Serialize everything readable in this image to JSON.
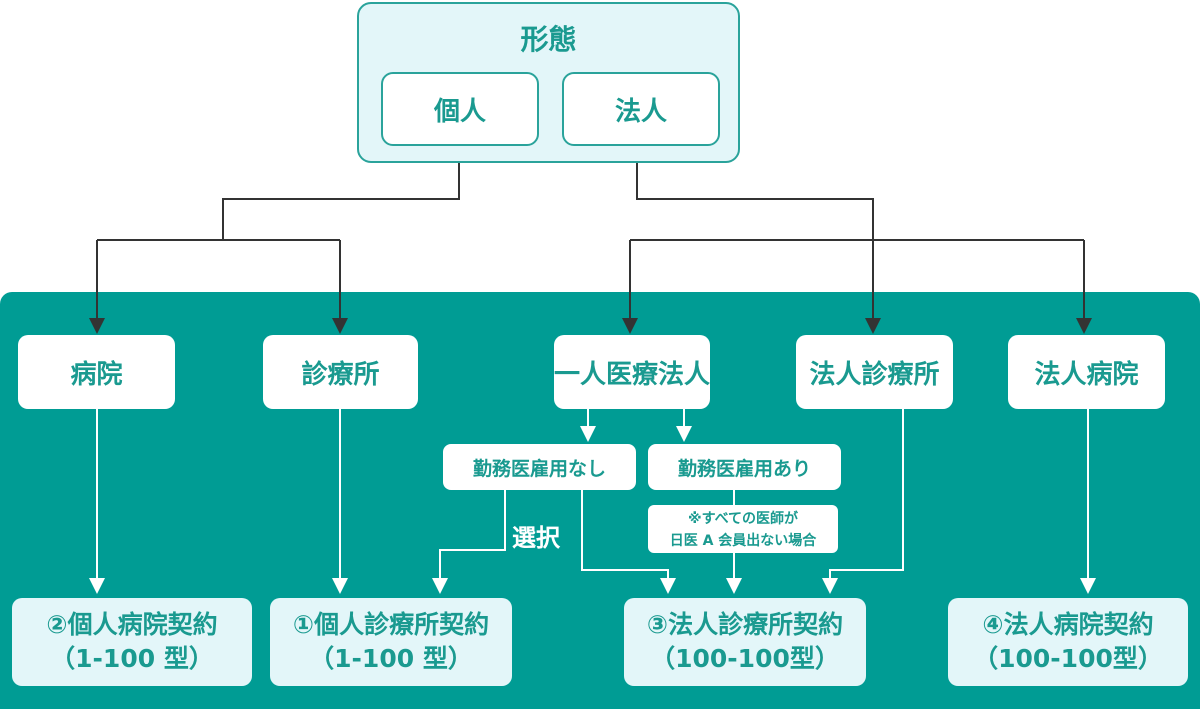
{
  "top": {
    "title": "形態",
    "individual": "個人",
    "corporate": "法人"
  },
  "categories": {
    "hospital": "病院",
    "clinic": "診療所",
    "one_person_corp": "一人医療法人",
    "corp_clinic": "法人診療所",
    "corp_hospital": "法人病院"
  },
  "subs": {
    "no_employ": "勤務医雇用なし",
    "employ": "勤務医雇用あり",
    "note_line1": "※すべての医師が",
    "note_line2": "日医 A 会員出ない場合"
  },
  "select_label": "選択",
  "contracts": [
    {
      "line1": "②個人病院契約",
      "line2": "（1-100 型）"
    },
    {
      "line1": "①個人診療所契約",
      "line2": "（1-100 型）"
    },
    {
      "line1": "③法人診療所契約",
      "line2": "（100-100型）"
    },
    {
      "line1": "④法人病院契約",
      "line2": "（100-100型）"
    }
  ]
}
